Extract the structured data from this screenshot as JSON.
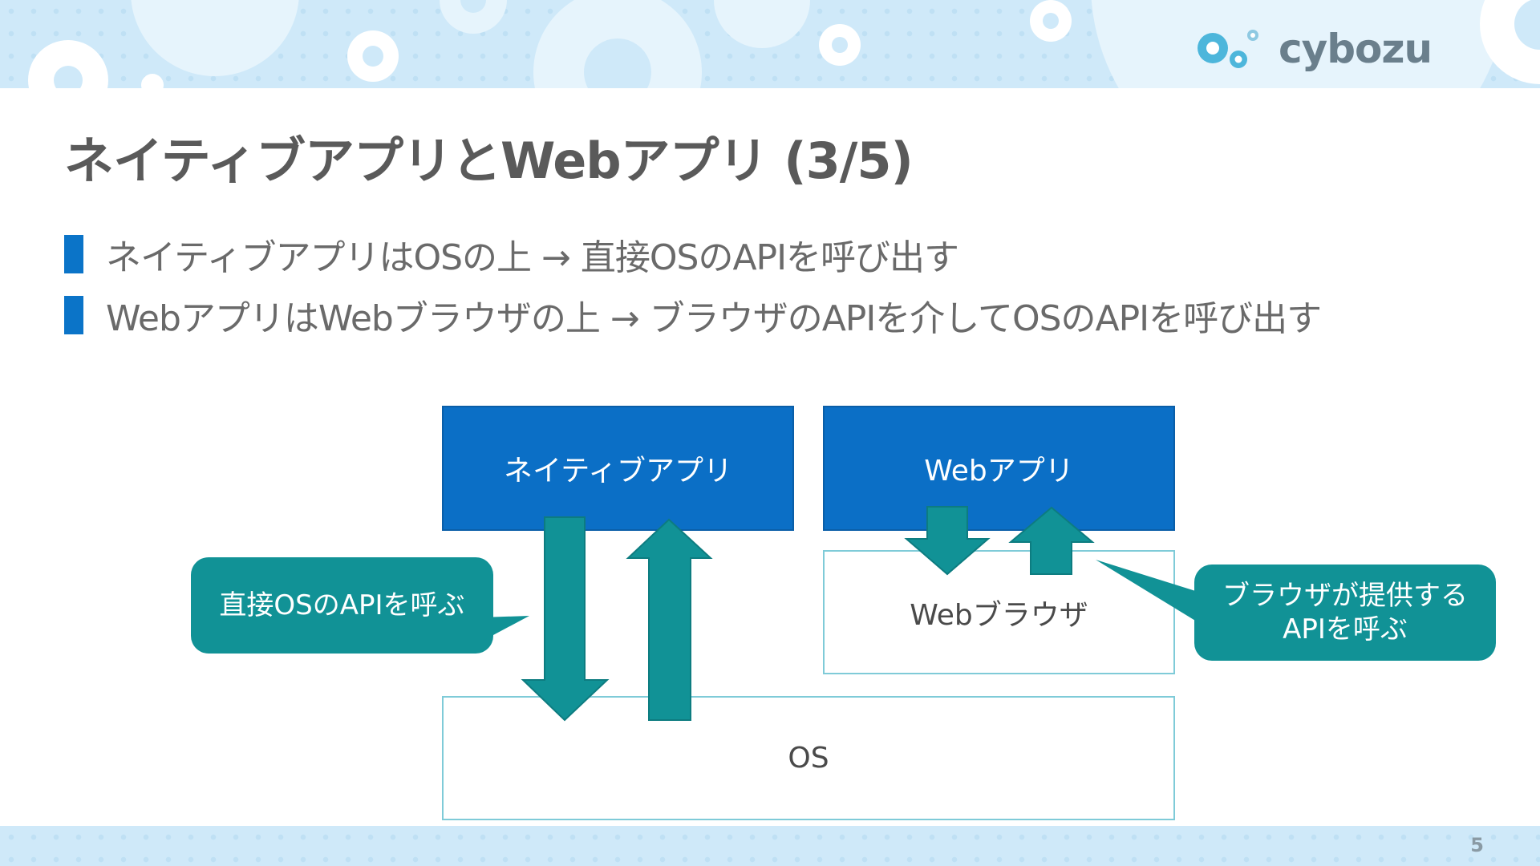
{
  "header": {
    "logo_text": "cybozu"
  },
  "slide": {
    "title": "ネイティブアプリとWebアプリ (3/5)",
    "bullets": [
      "ネイティブアプリはOSの上 → 直接OSのAPIを呼び出す",
      "WebアプリはWebブラウザの上 → ブラウザのAPIを介してOSのAPIを呼び出す"
    ],
    "page_number": "5"
  },
  "diagram": {
    "native_app": "ネイティブアプリ",
    "web_app": "Webアプリ",
    "web_browser": "Webブラウザ",
    "os": "OS",
    "callout_left": "直接OSのAPIを呼ぶ",
    "callout_right": "ブラウザが提供する\nAPIを呼ぶ"
  },
  "colors": {
    "accent_blue": "#0b6fc6",
    "teal": "#119296",
    "outline": "#7fcbd8",
    "header_band": "#cfe9f9"
  },
  "icons": {
    "logo": "cybozu-logo-icon",
    "arrows": "block-arrow-icon"
  }
}
